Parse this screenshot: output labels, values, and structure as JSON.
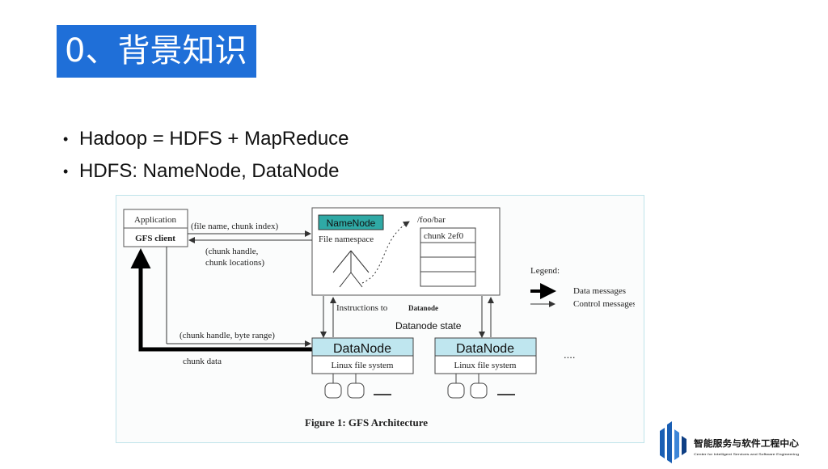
{
  "slide": {
    "title": "0、背景知识",
    "title_bg": "#1f6fd8"
  },
  "bullets": [
    {
      "text": "Hadoop = HDFS + MapReduce"
    },
    {
      "text": "HDFS: NameNode, DataNode"
    }
  ],
  "figure": {
    "caption": "Figure 1:  GFS Architecture",
    "application_label": "Application",
    "gfs_client_label": "GFS client",
    "namenode_label": "NameNode",
    "namenode_color": "#2fa9a5",
    "file_namespace_label": "File namespace",
    "path_label": "/foo/bar",
    "chunk_label": "chunk 2ef0",
    "msg_file_name": "(file name, chunk index)",
    "msg_chunk_handle_line1": "(chunk handle,",
    "msg_chunk_handle_line2": "chunk locations)",
    "instructions_label": "Instructions to",
    "instructions_target": "Datanode",
    "datanode_state_label": "Datanode state",
    "msg_byte_range": "(chunk handle, byte range)",
    "chunk_data_label": "chunk data",
    "datanode_1": "DataNode",
    "datanode_2": "DataNode",
    "datanode_color": "#bfe6ef",
    "linux_fs_1": "Linux file system",
    "linux_fs_2": "Linux file system",
    "ellipsis": "....",
    "legend_title": "Legend:",
    "legend_data": "Data messages",
    "legend_control": "Control messages"
  },
  "logo": {
    "name_zh": "智能服务与软件工程中心",
    "name_en": "Center for Intelligent Services and Software Engineering",
    "color": "#1a5fb4"
  }
}
